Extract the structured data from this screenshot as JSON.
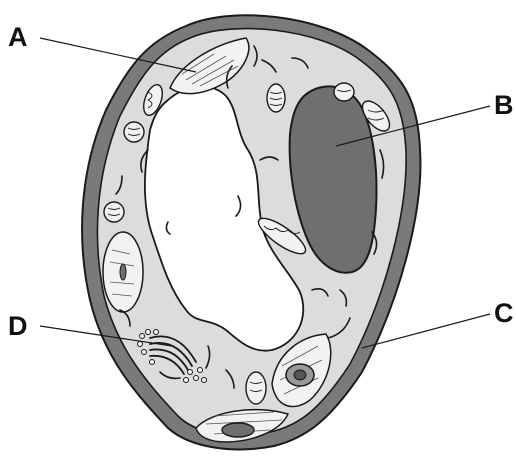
{
  "labels": {
    "a": "A",
    "b": "B",
    "c": "C",
    "d": "D"
  },
  "colors": {
    "cell_wall": "#7a7a7a",
    "cytoplasm": "#dcdcdc",
    "vacuole": "#ffffff",
    "large_organelle": "#6f6f6f",
    "organelle_fill": "#f2f2f2",
    "outline": "#1a1a1a"
  },
  "icons": [
    "cell-wall",
    "chloroplast",
    "large-dark-organelle",
    "mitochondrion",
    "golgi-apparatus",
    "vesicle",
    "nucleus",
    "central-vacuole",
    "endoplasmic-reticulum"
  ]
}
